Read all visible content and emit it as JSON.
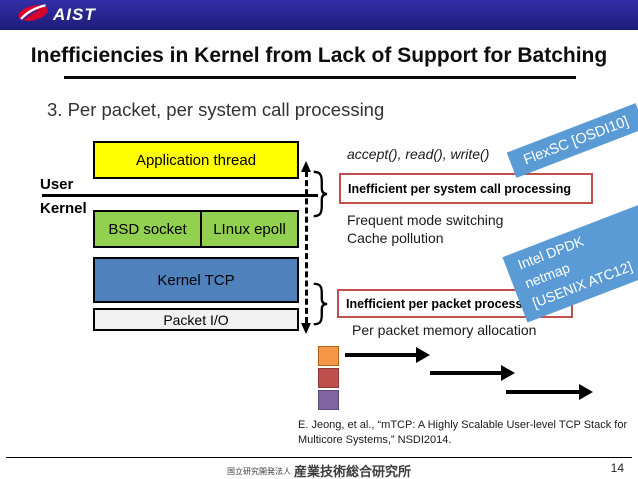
{
  "header": {
    "logo_text": "AIST"
  },
  "title": "Inefficiencies in Kernel from Lack of Support for Batching",
  "subtitle": "3. Per packet, per system call processing",
  "diagram": {
    "app_thread": "Application thread",
    "user_label": "User",
    "kernel_label": "Kernel",
    "bsd_socket": "BSD socket",
    "linux_epoll": "LInux epoll",
    "kernel_tcp": "Kernel TCP",
    "packet_io": "Packet I/O",
    "syscalls": "accept(), read(), write()",
    "issue_syscall": "Inefficient per system call processing",
    "issue_syscall_notes": [
      "Frequent mode switching",
      "Cache pollution"
    ],
    "issue_packet": "Inefficient per packet processing",
    "issue_packet_note": "Per packet memory allocation",
    "ref_flexsc": "FlexSC [OSDI10]",
    "ref_dpdk_lines": [
      "Intel DPDK",
      "netmap",
      "[USENIX ATC12]"
    ]
  },
  "citation": "E. Jeong, et al., “mTCP: A Highly Scalable User-level TCP Stack for Multicore Systems,” NSDI2014.",
  "footer": {
    "org_small": "国立研究開発法人",
    "org_large": "産業技術総合研究所",
    "page": "14"
  },
  "colors": {
    "header_bar": "#26249a",
    "app_thread": "#ffff00",
    "kernel_modules": "#92d050",
    "kernel_tcp": "#4f81bd",
    "packet_io": "#f1f1f1",
    "issue_border": "#c0504d",
    "ref_tag": "#5b9bd5",
    "packet_orange": "#f79646",
    "packet_red": "#c0504d",
    "packet_purple": "#8064a2"
  }
}
